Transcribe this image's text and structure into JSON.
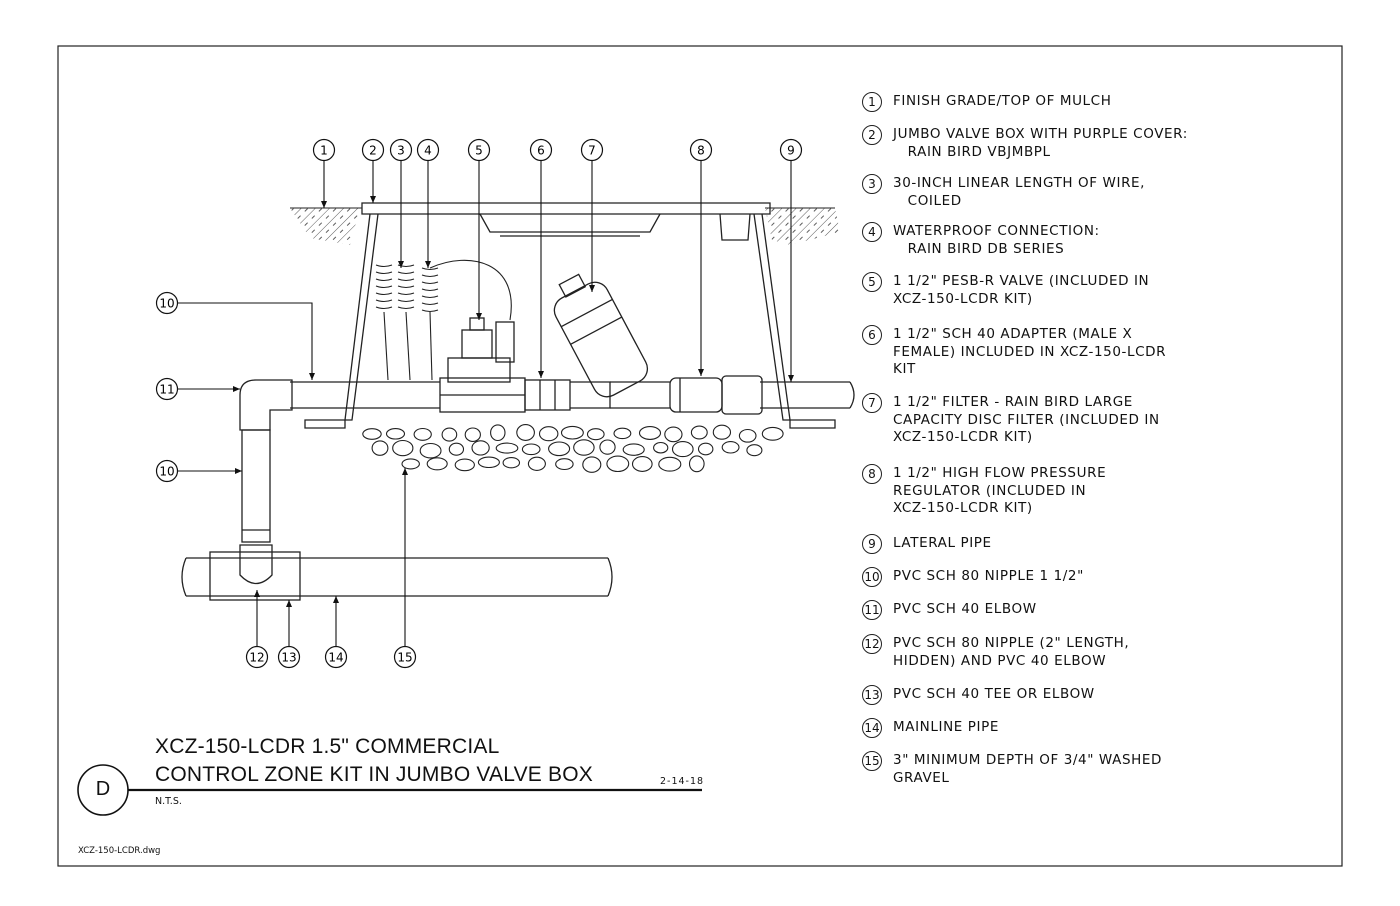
{
  "title": {
    "line1": "XCZ-150-LCDR 1.5\" COMMERCIAL",
    "line2": "CONTROL ZONE KIT IN JUMBO VALVE BOX"
  },
  "detail_letter": "D",
  "date": "2-14-18",
  "scale": "N.T.S.",
  "filename": "XCZ-150-LCDR.dwg",
  "callouts": [
    "1",
    "2",
    "3",
    "4",
    "5",
    "6",
    "7",
    "8",
    "9",
    "10",
    "11",
    "10",
    "12",
    "13",
    "14",
    "15"
  ],
  "notes": [
    {
      "num": "1",
      "text": "FINISH GRADE/TOP OF MULCH"
    },
    {
      "num": "2",
      "text": "JUMBO VALVE BOX WITH PURPLE COVER:\n   RAIN BIRD VBJMBPL"
    },
    {
      "num": "3",
      "text": "30-INCH LINEAR LENGTH OF WIRE,\n   COILED"
    },
    {
      "num": "4",
      "text": "WATERPROOF CONNECTION:\n   RAIN BIRD DB SERIES"
    },
    {
      "num": "5",
      "text": "1 1/2\" PESB-R VALVE (INCLUDED IN\nXCZ-150-LCDR KIT)"
    },
    {
      "num": "6",
      "text": "1 1/2\" SCH 40 ADAPTER (MALE X\nFEMALE) INCLUDED IN XCZ-150-LCDR\nKIT"
    },
    {
      "num": "7",
      "text": "1 1/2\" FILTER - RAIN BIRD LARGE\nCAPACITY DISC FILTER (INCLUDED IN\nXCZ-150-LCDR KIT)"
    },
    {
      "num": "8",
      "text": "1 1/2\" HIGH FLOW PRESSURE\nREGULATOR (INCLUDED IN\nXCZ-150-LCDR KIT)"
    },
    {
      "num": "9",
      "text": "LATERAL PIPE"
    },
    {
      "num": "10",
      "text": "PVC SCH 80 NIPPLE 1 1/2\""
    },
    {
      "num": "11",
      "text": "PVC SCH 40 ELBOW"
    },
    {
      "num": "12",
      "text": "PVC SCH 80 NIPPLE (2\" LENGTH,\nHIDDEN) AND PVC 40 ELBOW"
    },
    {
      "num": "13",
      "text": "PVC SCH 40 TEE OR ELBOW"
    },
    {
      "num": "14",
      "text": "MAINLINE PIPE"
    },
    {
      "num": "15",
      "text": "3\" MINIMUM DEPTH OF 3/4\" WASHED\nGRAVEL"
    }
  ]
}
